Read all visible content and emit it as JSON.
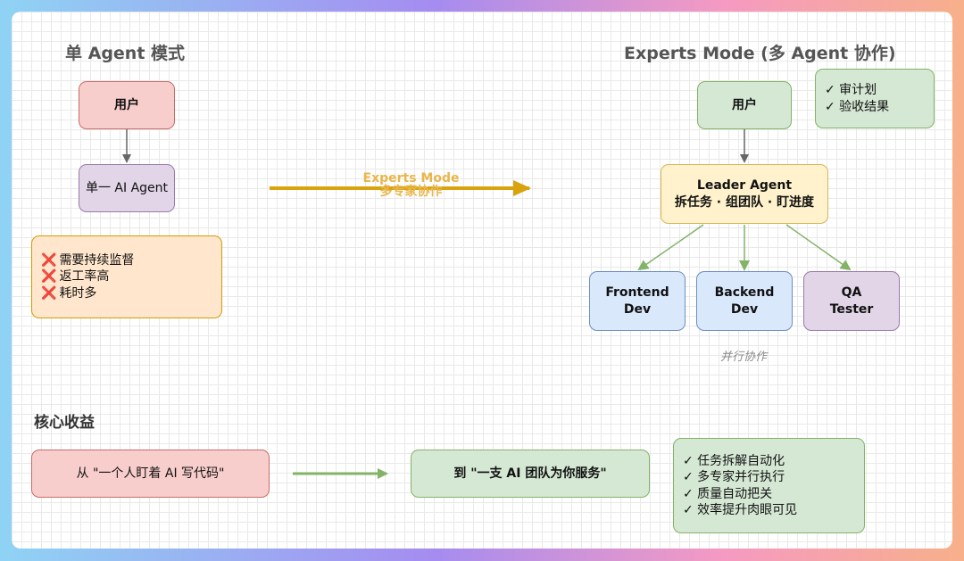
{
  "single": {
    "title": "单 Agent 模式",
    "user": "用户",
    "agent": "单一 AI Agent",
    "issues": [
      "需要持续监督",
      "返工率高",
      "耗时多"
    ],
    "issue_mark": "❌"
  },
  "transition": {
    "line1": "Experts Mode",
    "line2": "多专家协作"
  },
  "experts": {
    "title": "Experts Mode (多 Agent 协作)",
    "user": "用户",
    "user_notes": [
      "✓ 审计划",
      "✓ 验收结果"
    ],
    "leader_line1": "Leader Agent",
    "leader_line2": "拆任务 · 组团队 · 盯进度",
    "workers": [
      {
        "line1": "Frontend",
        "line2": "Dev"
      },
      {
        "line1": "Backend",
        "line2": "Dev"
      },
      {
        "line1": "QA",
        "line2": "Tester"
      }
    ],
    "parallel_note": "并行协作"
  },
  "benefits": {
    "title": "核心收益",
    "from": "从 \"一个人盯着 AI 写代码\"",
    "to": "到 \"一支 AI 团队为你服务\"",
    "list": [
      "✓ 任务拆解自动化",
      "✓ 多专家并行执行",
      "✓ 质量自动把关",
      "✓ 效率提升肉眼可见"
    ]
  },
  "colors": {
    "gray_arrow": "#666666",
    "gold_arrow": "#d9a30e",
    "green_arrow": "#82b366"
  }
}
